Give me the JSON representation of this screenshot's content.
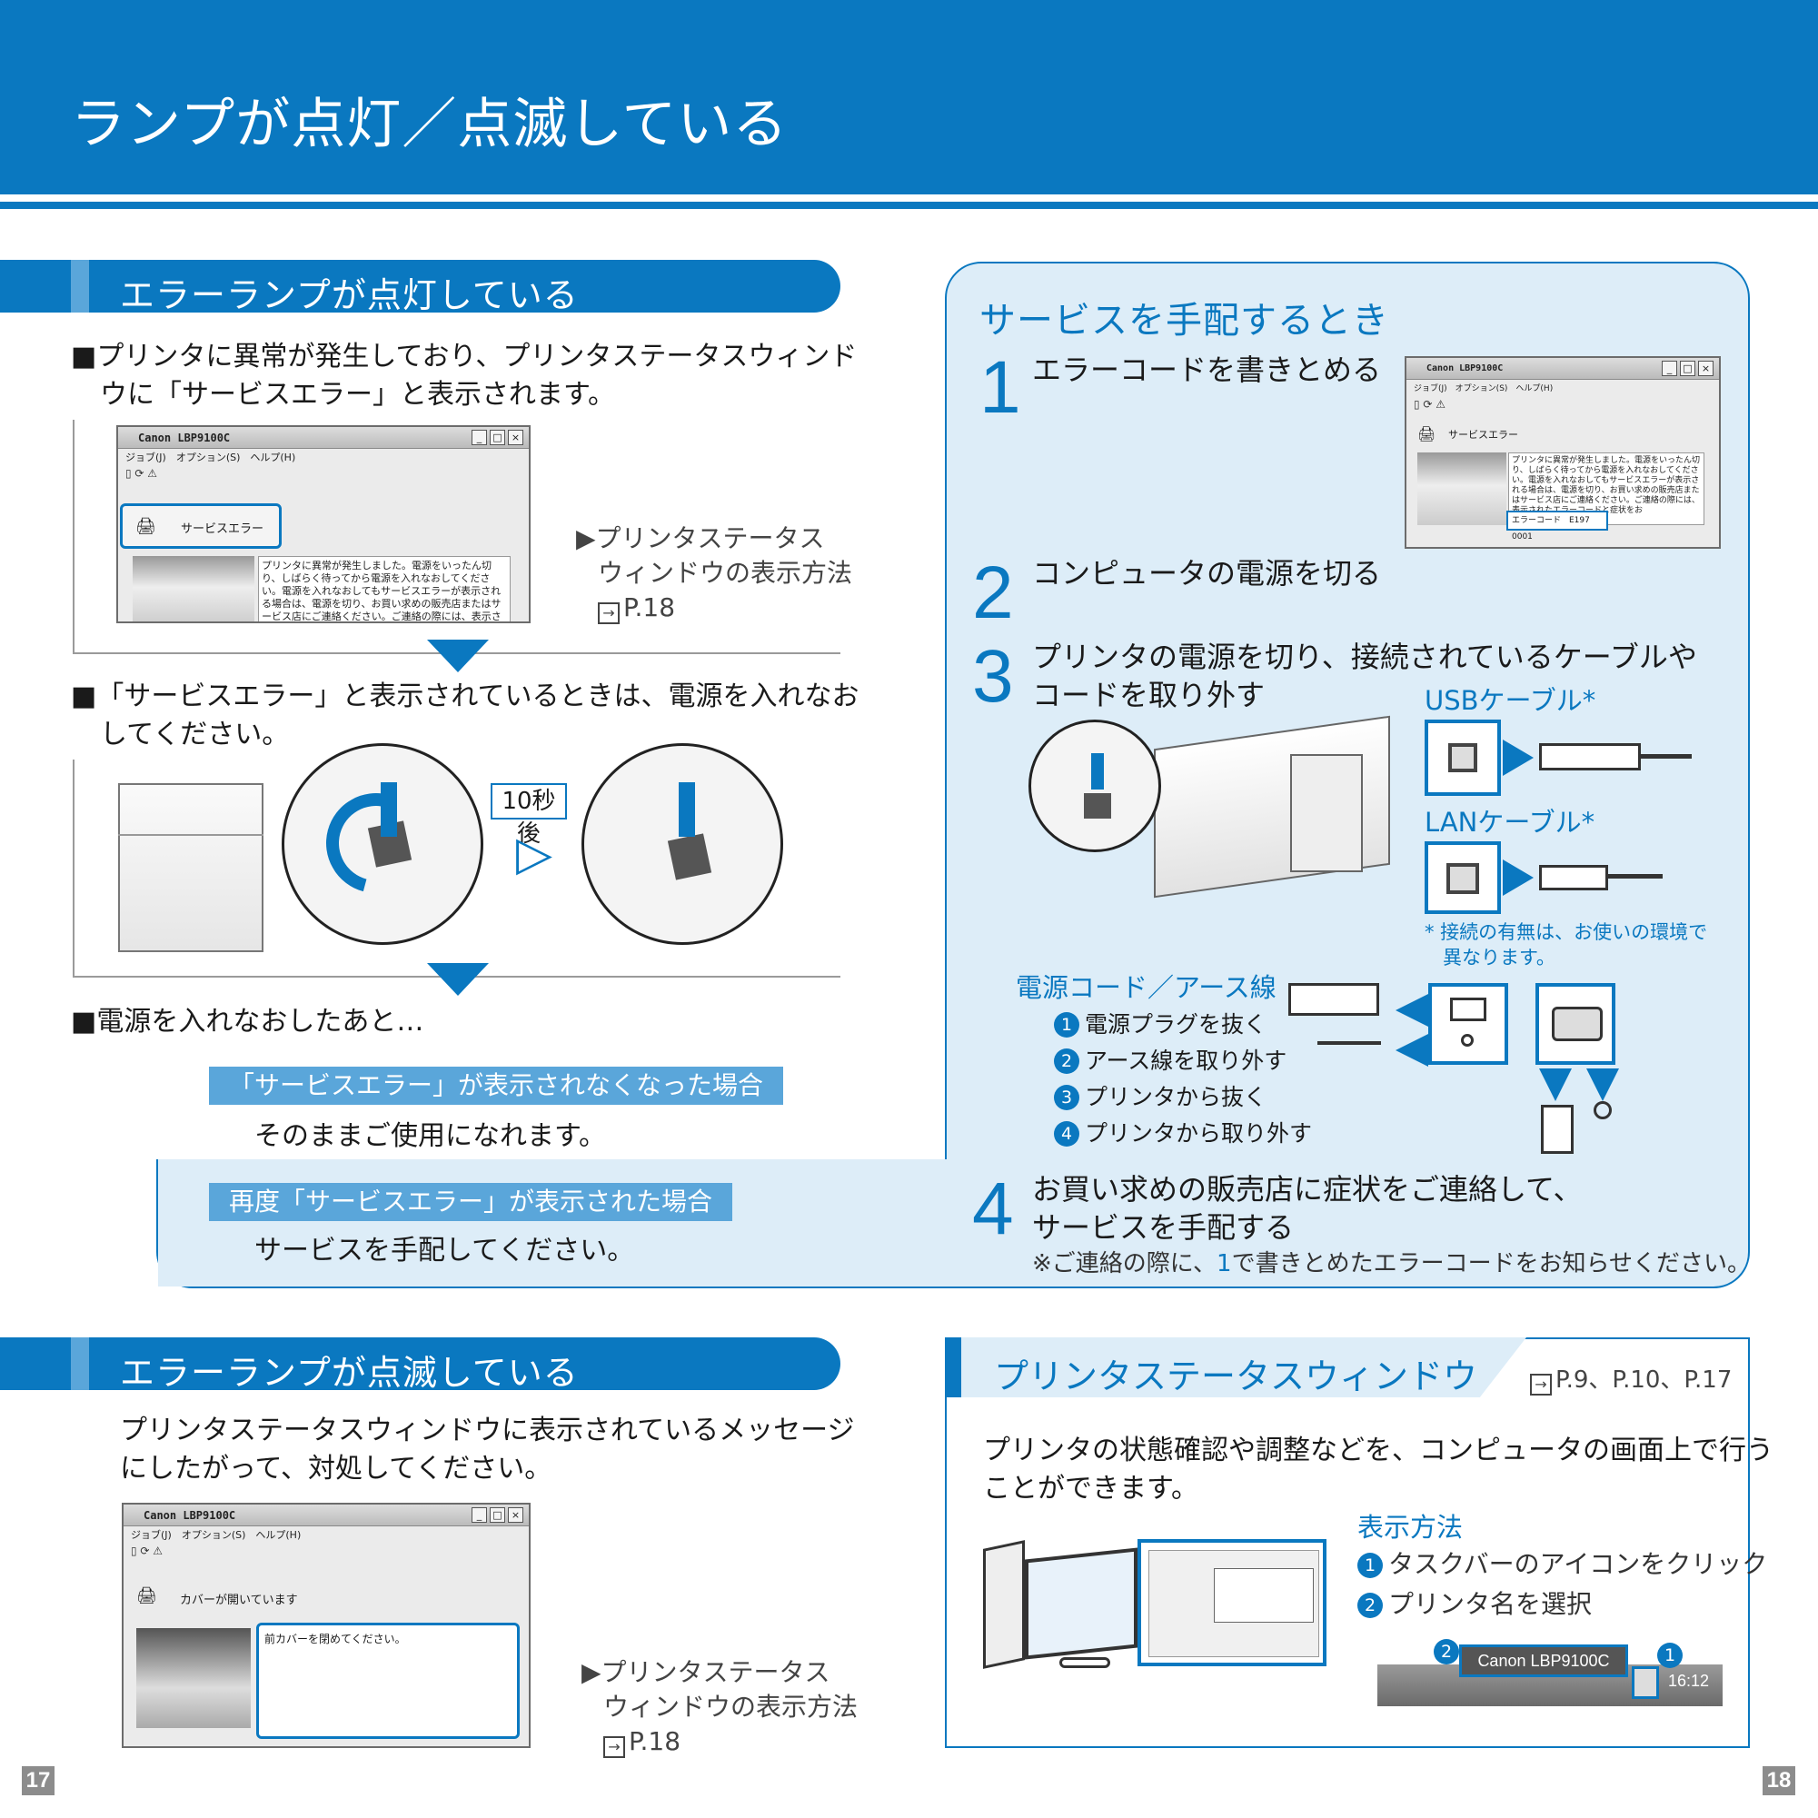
{
  "page": {
    "title": "ランプが点灯／点滅している",
    "page_left": "17",
    "page_right": "18"
  },
  "lit": {
    "heading": "エラーランプが点灯している",
    "para1_line1": "■プリンタに異常が発生しており、プリンタステータスウィンド",
    "para1_line2": "ウに「サービスエラー」と表示されます。",
    "note_line1": "▶プリンタステータス",
    "note_line2": "ウィンドウの表示方法",
    "note_ref": "P.18",
    "para2_line1": "■「サービスエラー」と表示されているときは、電源を入れなお",
    "para2_line2": "してください。",
    "after_10s": "10秒後",
    "para3": "■電源を入れなおしたあと…",
    "case1_label": "「サービスエラー」が表示されなくなった場合",
    "case1_text": "そのままご使用になれます。",
    "case2_label": "再度「サービスエラー」が表示された場合",
    "case2_text": "サービスを手配してください。"
  },
  "window1": {
    "title": "Canon LBP9100C",
    "menu": "ジョブ(J)　オプション(S)　ヘルプ(H)",
    "status": "サービスエラー",
    "message": "プリンタに異常が発生しました。電源をいったん切り、しばらく待ってから電源を入れなおしてください。電源を入れなおしてもサービスエラーが表示される場合は、電源を切り、お買い求めの販売店またはサービス店にご連絡ください。ご連絡の際には、表示されたエラーコードと症状をお",
    "error_code": "エラーコード　E197 0001"
  },
  "service": {
    "heading": "サービスを手配するとき",
    "step1_num": "1",
    "step1": "エラーコードを書きとめる",
    "step2_num": "2",
    "step2": "コンピュータの電源を切る",
    "step3_num": "3",
    "step3_line1": "プリンタの電源を切り、接続されているケーブルや",
    "step3_line2": "コードを取り外す",
    "usb_label": "USBケーブル*",
    "lan_label": "LANケーブル*",
    "footnote_line1": "*  接続の有無は、お使いの環境で",
    "footnote_line2": "異なります。",
    "power_title": "電源コード／アース線",
    "power_items": [
      "電源プラグを抜く",
      "アース線を取り外す",
      "プリンタから抜く",
      "プリンタから取り外す"
    ],
    "badges": [
      "1",
      "2",
      "3",
      "4"
    ],
    "step4_num": "4",
    "step4_line1": "お買い求めの販売店に症状をご連絡して、",
    "step4_line2": "サービスを手配する",
    "step4_note_a": "※ご連絡の際に、",
    "step4_note_num": "1",
    "step4_note_b": "で書きとめたエラーコードをお知らせください。"
  },
  "blink": {
    "heading": "エラーランプが点滅している",
    "para_line1": "プリンタステータスウィンドウに表示されているメッセージ",
    "para_line2": "にしたがって、対処してください。",
    "note_line1": "▶プリンタステータス",
    "note_line2": "ウィンドウの表示方法",
    "note_ref": "P.18"
  },
  "window2": {
    "title": "Canon LBP9100C",
    "menu": "ジョブ(J)　オプション(S)　ヘルプ(H)",
    "status": "カバーが開いています",
    "message": "前カバーを閉めてください。"
  },
  "psw": {
    "heading": "プリンタステータスウィンドウ",
    "refs": "P.9、P.10、P.17",
    "desc_line1": "プリンタの状態確認や調整などを、コンピュータの画面上で行う",
    "desc_line2": "ことができます。",
    "method_title": "表示方法",
    "method_items": [
      "タスクバーのアイコンをクリック",
      "プリンタ名を選択"
    ],
    "taskbar_printer": "Canon LBP9100C",
    "taskbar_time": "16:12"
  },
  "colors": {
    "accent": "#0a78c0",
    "light": "#ddedf8",
    "mid": "#5aa6da"
  }
}
